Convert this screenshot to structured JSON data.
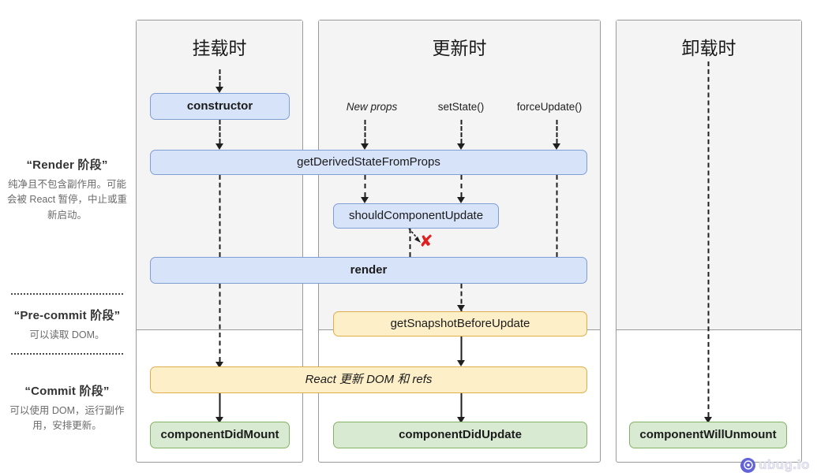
{
  "legend": {
    "phases": [
      {
        "title": "“Render 阶段”",
        "desc": "纯净且不包含副作用。可能会被 React 暂停，中止或重新启动。"
      },
      {
        "title": "“Pre-commit 阶段”",
        "desc": "可以读取 DOM。"
      },
      {
        "title": "“Commit 阶段”",
        "desc": "可以使用 DOM，运行副作用，安排更新。"
      }
    ]
  },
  "columns": [
    {
      "title": "挂载时"
    },
    {
      "title": "更新时"
    },
    {
      "title": "卸载时"
    }
  ],
  "triggers": [
    {
      "label": "New props"
    },
    {
      "label": "setState()"
    },
    {
      "label": "forceUpdate()"
    }
  ],
  "nodes": {
    "constructor": "constructor",
    "get_derived_state_from_props": "getDerivedStateFromProps",
    "should_component_update": "shouldComponentUpdate",
    "render": "render",
    "get_snapshot_before_update": "getSnapshotBeforeUpdate",
    "react_updates_dom": "React 更新 DOM 和 refs",
    "component_did_mount": "componentDidMount",
    "component_did_update": "componentDidUpdate",
    "component_will_unmount": "componentWillUnmount"
  },
  "annotations": {
    "skip_update_mark": "✘"
  },
  "watermark": {
    "text": "ubug.io"
  },
  "colors": {
    "render_phase_fill": "#d7e3f9",
    "render_phase_stroke": "#7f9fd4",
    "commit_phase_fill": "#fdefc8",
    "commit_phase_stroke": "#dfae4a",
    "lifecycle_done_fill": "#d9ead3",
    "lifecycle_done_stroke": "#82b366",
    "panel_shade": "#f4f4f4",
    "skip_mark": "#e02020",
    "watermark_badge": "#5b5bd6"
  }
}
